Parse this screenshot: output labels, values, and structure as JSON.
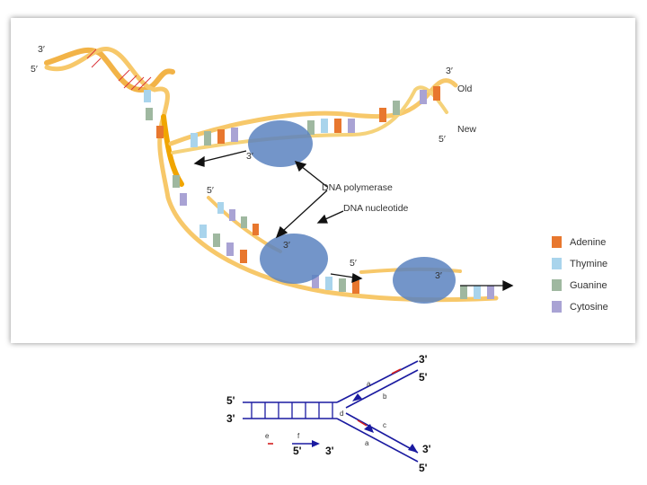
{
  "top_diagram": {
    "primes": {
      "top_left_3": "3′",
      "top_left_5": "5′",
      "right_3": "3′",
      "right_5": "5′",
      "poly1_3": "3′",
      "lagging_5": "5′",
      "poly2_3": "3′",
      "leading_5": "5′",
      "poly3_3": "3′"
    },
    "strand_labels": {
      "old": "Old",
      "new": "New"
    },
    "callouts": {
      "polymerase": "DNA polymerase",
      "nucleotide": "DNA nucleotide"
    },
    "legend": [
      {
        "label": "Adenine",
        "color": "#e8772e"
      },
      {
        "label": "Thymine",
        "color": "#a9d4ec"
      },
      {
        "label": "Guanine",
        "color": "#9fb8a0"
      },
      {
        "label": "Cytosine",
        "color": "#a9a3d4"
      }
    ]
  },
  "bottom_diagram": {
    "left_top": "5'",
    "left_bottom": "3'",
    "upper_right_3": "3'",
    "upper_right_5": "5'",
    "lower_right_3": "3'",
    "lower_right_5": "5'",
    "fragment_5": "5'",
    "fragment_3": "3'",
    "letters": {
      "a1": "a",
      "b": "b",
      "d": "d",
      "c": "c",
      "a2": "a",
      "e": "e",
      "f": "f"
    },
    "colors": {
      "strand": "#1a1aa0",
      "primer": "#d42020"
    }
  }
}
